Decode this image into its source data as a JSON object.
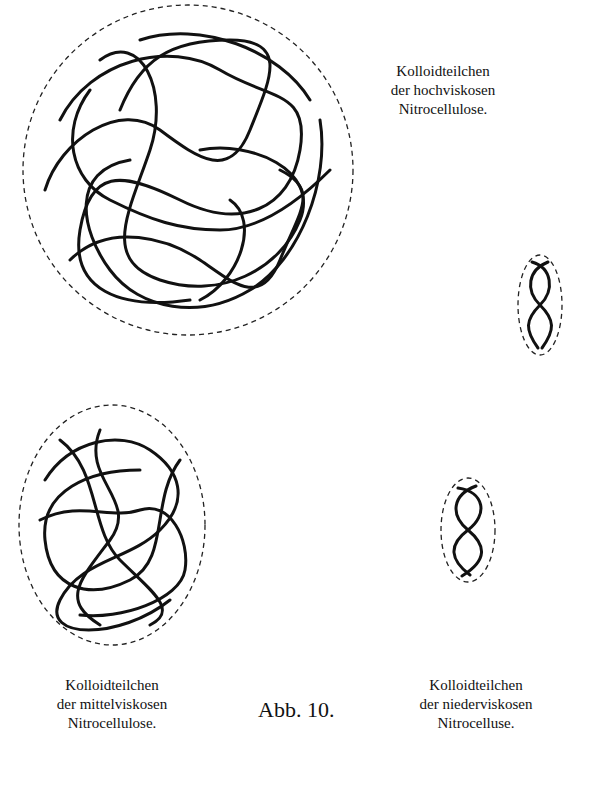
{
  "diagram": {
    "nodes": [
      {
        "text": [
          "Kolloidteilchen der hochviskosen Nitrocellulose."
        ]
      },
      {
        "text": [
          "Kolloidteilchen der mittelviskosen Nitrocellulose."
        ]
      },
      {
        "text": [
          "Kolloidteilchen der niederviskosen Nitrocelluse."
        ]
      }
    ],
    "labels": [
      "Abb. 10."
    ]
  }
}
